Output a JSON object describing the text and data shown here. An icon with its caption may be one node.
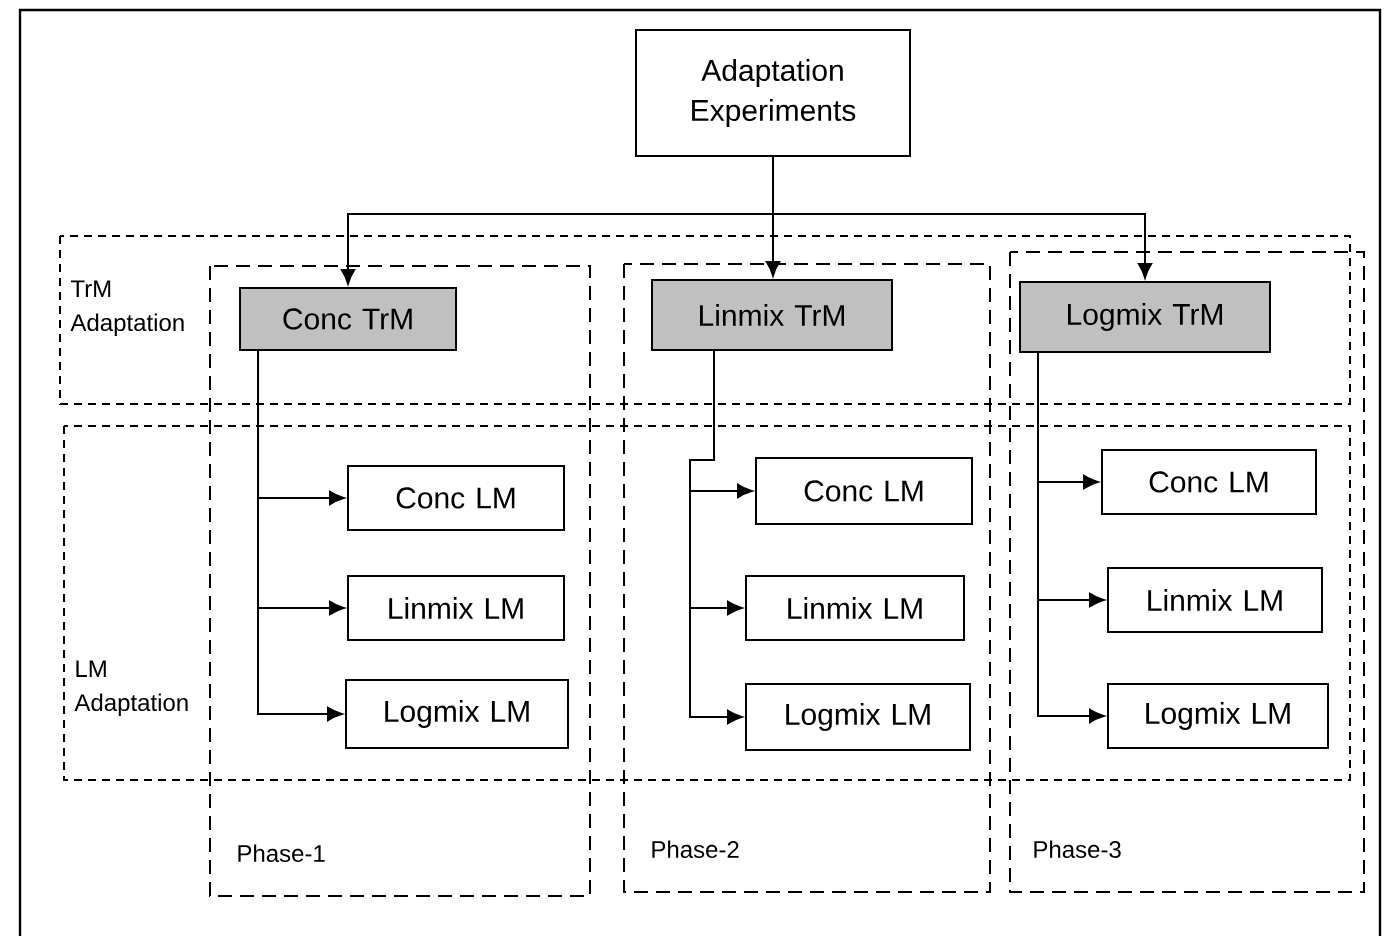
{
  "diagram": {
    "nodes": [
      {
        "text": [
          "Adaptation Experiments"
        ]
      },
      {
        "text": [
          "Conc TrM"
        ]
      },
      {
        "text": [
          "Linmix TrM"
        ]
      },
      {
        "text": [
          "Logmix TrM"
        ]
      },
      {
        "text": [
          "Conc LM"
        ]
      },
      {
        "text": [
          "Linmix LM"
        ]
      },
      {
        "text": [
          "Logmix LM"
        ]
      },
      {
        "text": [
          "Conc LM"
        ]
      },
      {
        "text": [
          "Linmix LM"
        ]
      },
      {
        "text": [
          "Logmix LM"
        ]
      },
      {
        "text": [
          "Conc LM"
        ]
      },
      {
        "text": [
          "Linmix LM"
        ]
      },
      {
        "text": [
          "Logmix LM"
        ]
      }
    ],
    "edges": [
      {
        "from": 0,
        "to": 1,
        "arrow": "to"
      },
      {
        "from": 0,
        "to": 2,
        "arrow": "to"
      },
      {
        "from": 0,
        "to": 3,
        "arrow": "to"
      },
      {
        "from": 1,
        "to": 4,
        "arrow": "to"
      },
      {
        "from": 1,
        "to": 5,
        "arrow": "to"
      },
      {
        "from": 1,
        "to": 6,
        "arrow": "to"
      },
      {
        "from": 2,
        "to": 7,
        "arrow": "to"
      },
      {
        "from": 2,
        "to": 8,
        "arrow": "to"
      },
      {
        "from": 2,
        "to": 9,
        "arrow": "to"
      },
      {
        "from": 3,
        "to": 10,
        "arrow": "to"
      },
      {
        "from": 3,
        "to": 11,
        "arrow": "to"
      },
      {
        "from": 3,
        "to": 12,
        "arrow": "to"
      }
    ],
    "labels": [
      "TrM Adaptation",
      "LM Adaptation",
      "Phase-1",
      "Phase-2",
      "Phase-3"
    ]
  }
}
